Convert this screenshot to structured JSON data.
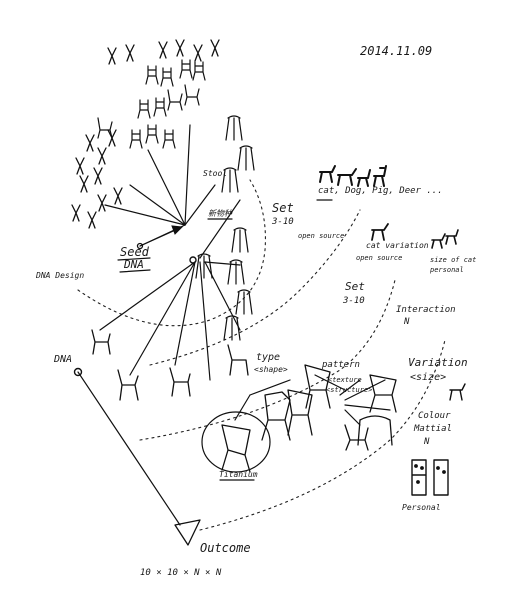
{
  "labels": {
    "date": "2014.11.09",
    "stool": "Stool",
    "seed": "Seed",
    "dna_under_seed": "DNA",
    "small_chinese": "新物种",
    "dna_design": "DNA Design",
    "dna_left": "DNA",
    "set1": "Set",
    "set1_range": "3-10",
    "open_source_1": "open source",
    "cat_dog": "cat, Dog, Pig, Deer ...",
    "cat_variation": "cat variation",
    "open_source_2": "open source",
    "size_of_cat": "size of cat",
    "personal_1": "personal",
    "set2": "Set",
    "set2_range": "3-10",
    "interaction": "Interaction",
    "interaction_n": "N",
    "type": "type",
    "type_shapes": "<shape>",
    "pattern": "pattern",
    "texture": "<texture",
    "structure": "<structure>",
    "variation": "Variation",
    "variation_size": "<size>",
    "colour": "Colour",
    "material": "Mattial",
    "colour_n": "N",
    "titanium": "Titanium",
    "personal_2": "Personal",
    "outcome": "Outcome",
    "formula": "10 × 10 × N × N"
  },
  "colors": {
    "ink": "#111111",
    "paper": "#ffffff"
  }
}
